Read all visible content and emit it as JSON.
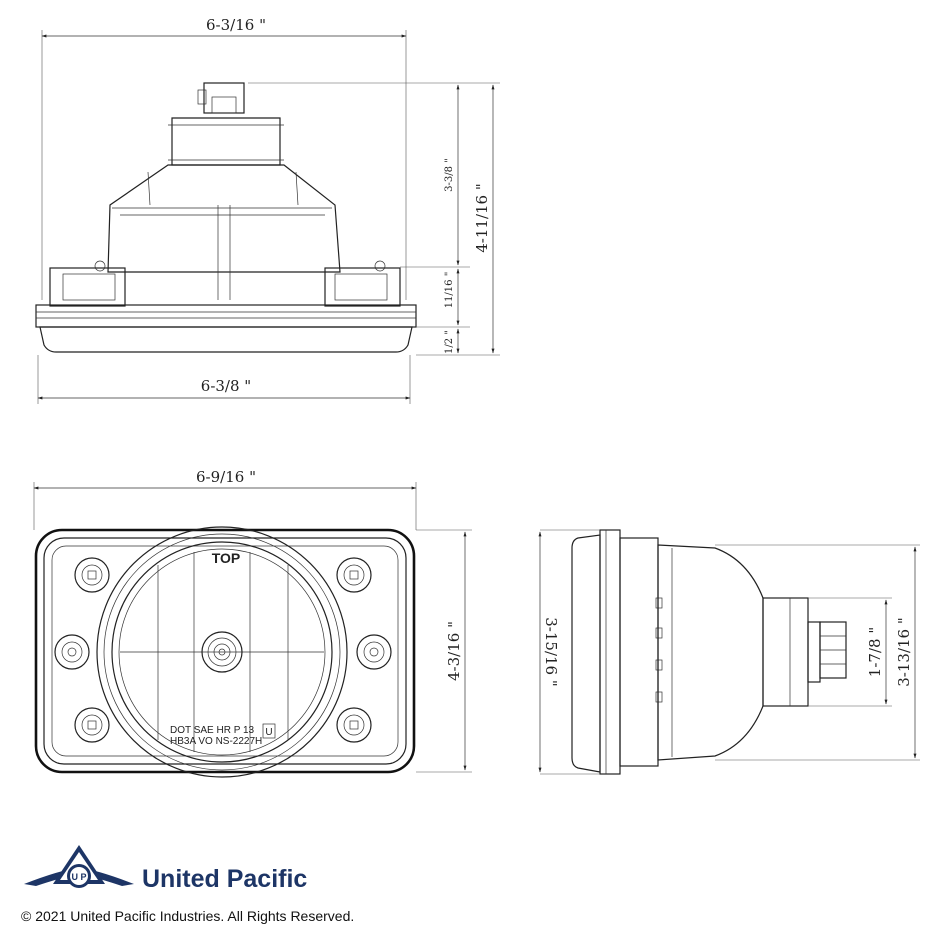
{
  "dimensions": {
    "top_width": "6-3/16 \"",
    "top_body": "3-3/8 \"",
    "top_total": "4-11/16 \"",
    "top_flange": "11/16 \"",
    "top_lens": "1/2 \"",
    "top_base": "6-3/8 \"",
    "front_width": "6-9/16 \"",
    "front_height": "4-3/16 \"",
    "side_height": "3-15/16 \"",
    "side_neck": "1-7/8 \"",
    "side_body": "3-13/16 \""
  },
  "lens_markings": {
    "top": "TOP",
    "line1": "DOT SAE HR P 13",
    "line2": "HB3A VO NS-2227H",
    "box": "U"
  },
  "brand": {
    "name": "United Pacific",
    "logo_letters": "U P"
  },
  "footer": {
    "copyright": "© 2021 United Pacific Industries. All Rights Reserved."
  }
}
